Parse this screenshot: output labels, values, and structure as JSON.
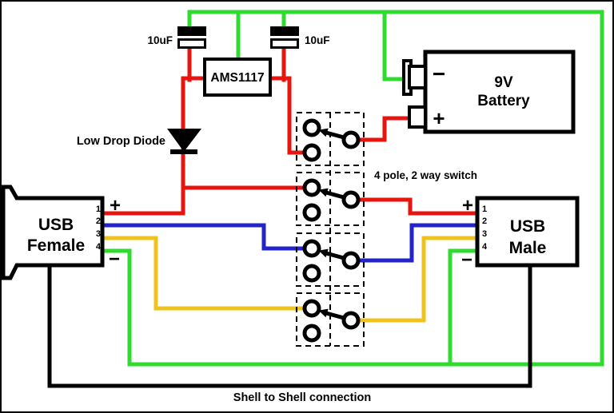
{
  "colors": {
    "red": "#e8140e",
    "green": "#2edb2e",
    "blue": "#2323cb",
    "yellow": "#efc31c",
    "black": "#000000",
    "background": "#ffffff"
  },
  "labels": {
    "cap_left": "10uF",
    "cap_right": "10uF",
    "regulator": "AMS1117",
    "battery_line1": "9V",
    "battery_line2": "Battery",
    "battery_minus": "−",
    "battery_plus": "+",
    "diode": "Low Drop Diode",
    "switch": "4 pole, 2 way switch",
    "shell": "Shell to Shell connection"
  },
  "usb_female": {
    "line1": "USB",
    "line2": "Female",
    "plus": "+",
    "minus": "−",
    "pins": [
      "1",
      "2",
      "3",
      "4"
    ]
  },
  "usb_male": {
    "line1": "USB",
    "line2": "Male",
    "plus": "+",
    "minus": "−",
    "pins": [
      "1",
      "2",
      "3",
      "4"
    ]
  }
}
